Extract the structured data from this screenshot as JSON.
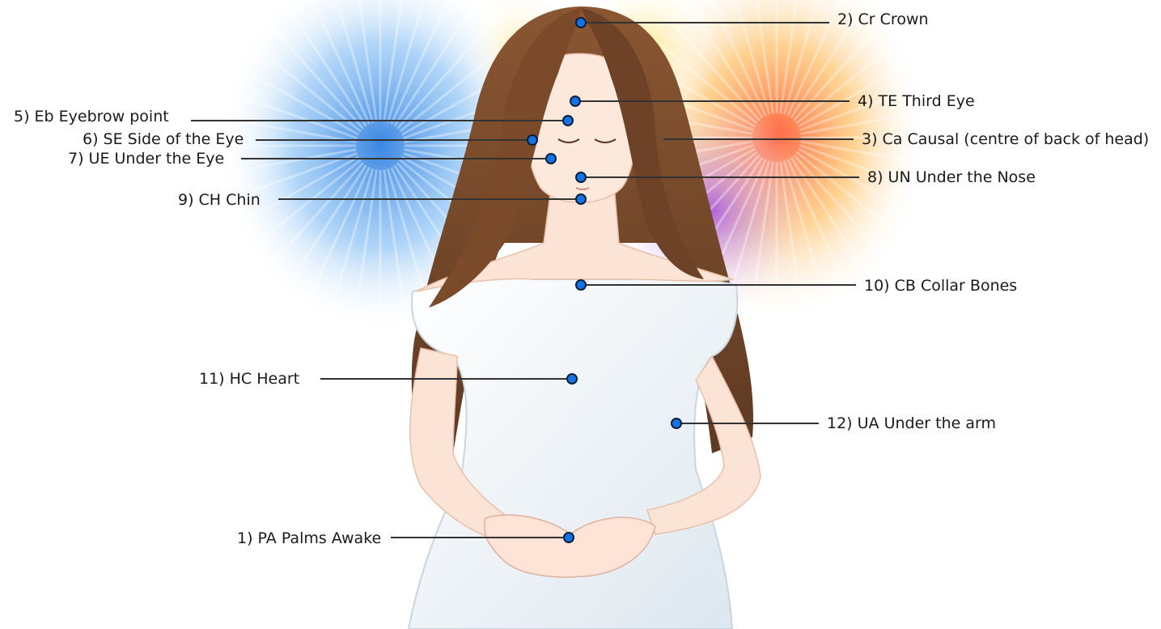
{
  "colors": {
    "point_fill": "#1473e6",
    "point_stroke": "#0b1f3a",
    "leader_line": "#333333",
    "aura_blue": "#3a8ee8",
    "aura_orange": "#ff7a3c",
    "aura_purple": "#b35be6",
    "hair": "#7a4a2a",
    "skin": "#fbe4d6",
    "dress": "#f4f8fb"
  },
  "points": [
    {
      "id": "cr",
      "label": "2) Cr Crown"
    },
    {
      "id": "te",
      "label": "4) TE Third Eye"
    },
    {
      "id": "eb",
      "label": "5) Eb Eyebrow point"
    },
    {
      "id": "se",
      "label": "6) SE Side of the Eye"
    },
    {
      "id": "ca",
      "label": "3) Ca Causal (centre of back of head)"
    },
    {
      "id": "ue",
      "label": "7) UE Under the Eye"
    },
    {
      "id": "un",
      "label": "8) UN Under the Nose"
    },
    {
      "id": "ch",
      "label": "9) CH Chin"
    },
    {
      "id": "cb",
      "label": "10) CB Collar Bones"
    },
    {
      "id": "hc",
      "label": "11) HC Heart"
    },
    {
      "id": "ua",
      "label": "12) UA Under the arm"
    },
    {
      "id": "pa",
      "label": "1) PA Palms Awake"
    }
  ]
}
